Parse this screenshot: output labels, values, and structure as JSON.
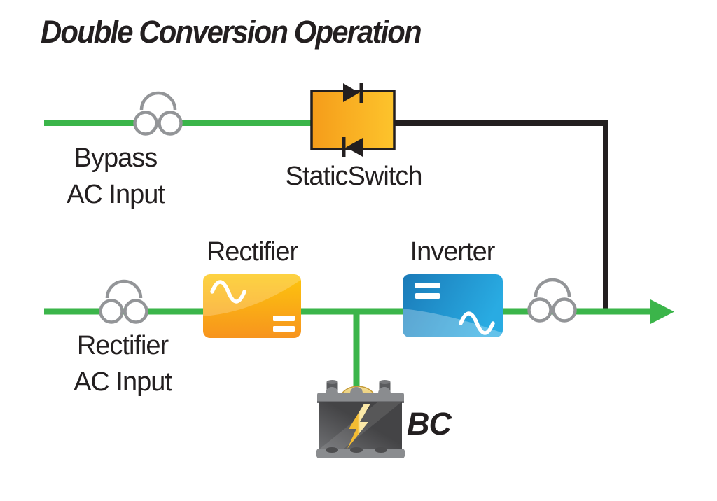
{
  "title": "Double Conversion Operation",
  "labels": {
    "bypass_line1": "Bypass",
    "bypass_line2": "AC Input",
    "static_switch": "StaticSwitch",
    "rectifier": "Rectifier",
    "inverter": "Inverter",
    "rectifier_in_line1": "Rectifier",
    "rectifier_in_line2": "AC Input",
    "battery": "BC"
  },
  "icons": {
    "breaker": "circuit-breaker",
    "diode": "diode",
    "ac_symbol": "sine-wave",
    "dc_symbol": "dc-equals-bars",
    "battery": "battery",
    "bolt": "lightning-bolt",
    "arrow": "flow-arrow"
  },
  "colors": {
    "green": "#3bb54a",
    "black": "#231f20",
    "gray": "#939598",
    "white": "#ffffff",
    "switch_orange": "#f59c1a",
    "switch_yellow": "#fdc42c",
    "rectifier_top": "#fdc60d",
    "rectifier_bottom": "#f7941e",
    "inverter_dark": "#1a7ab8",
    "inverter_light": "#29abe2",
    "battery_dark": "#444446",
    "battery_light": "#6e6f72",
    "battery_band": "#8a8c8f",
    "battery_band_shadow": "#6d6e71",
    "battery_post": "#5a5b5e",
    "battery_vent": "#4d4d4f",
    "handle_gold": "#e8c76c",
    "handle_edge": "#c49a38",
    "bolt_deep": "#f3bc33",
    "bolt_pale": "#fbe9a8",
    "text": "#231f20"
  }
}
